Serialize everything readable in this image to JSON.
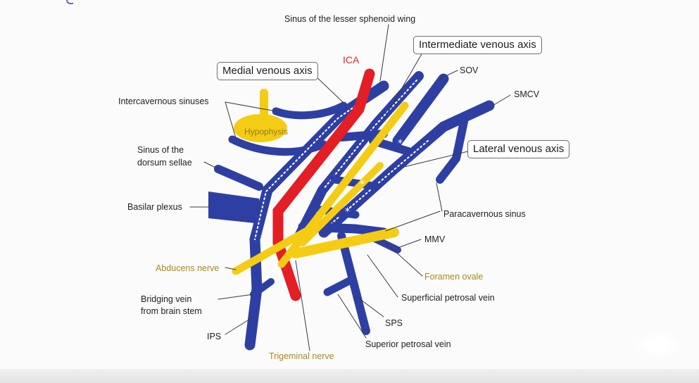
{
  "colors": {
    "vein": "#2e3fa3",
    "artery": "#e31e24",
    "nerve": "#f5cc14",
    "leader": "#3a3a3a"
  },
  "labels": {
    "sinus_lesser_sphenoid": "Sinus of the lesser sphenoid wing",
    "intermediate_axis": "Intermediate venous axis",
    "medial_axis": "Medial venous axis",
    "lateral_axis": "Lateral venous axis",
    "ica": "ICA",
    "sov": "SOV",
    "smcv": "SMCV",
    "intercavernous": "Intercavernous sinuses",
    "hypophysis": "Hypophysis",
    "sinus_dorsum_line1": "Sinus of the",
    "sinus_dorsum_line2": "dorsum sellae",
    "basilar_plexus": "Basilar plexus",
    "paracavernous": "Paracavernous sinus",
    "mmv": "MMV",
    "abducens": "Abducens nerve",
    "foramen_ovale": "Foramen ovale",
    "superficial_petrosal": "Superficial petrosal vein",
    "bridging_line1": "Bridging vein",
    "bridging_line2": "from brain stem",
    "sps": "SPS",
    "ips": "IPS",
    "superior_petrosal": "Superior petrosal vein",
    "trigeminal": "Trigeminal nerve"
  }
}
